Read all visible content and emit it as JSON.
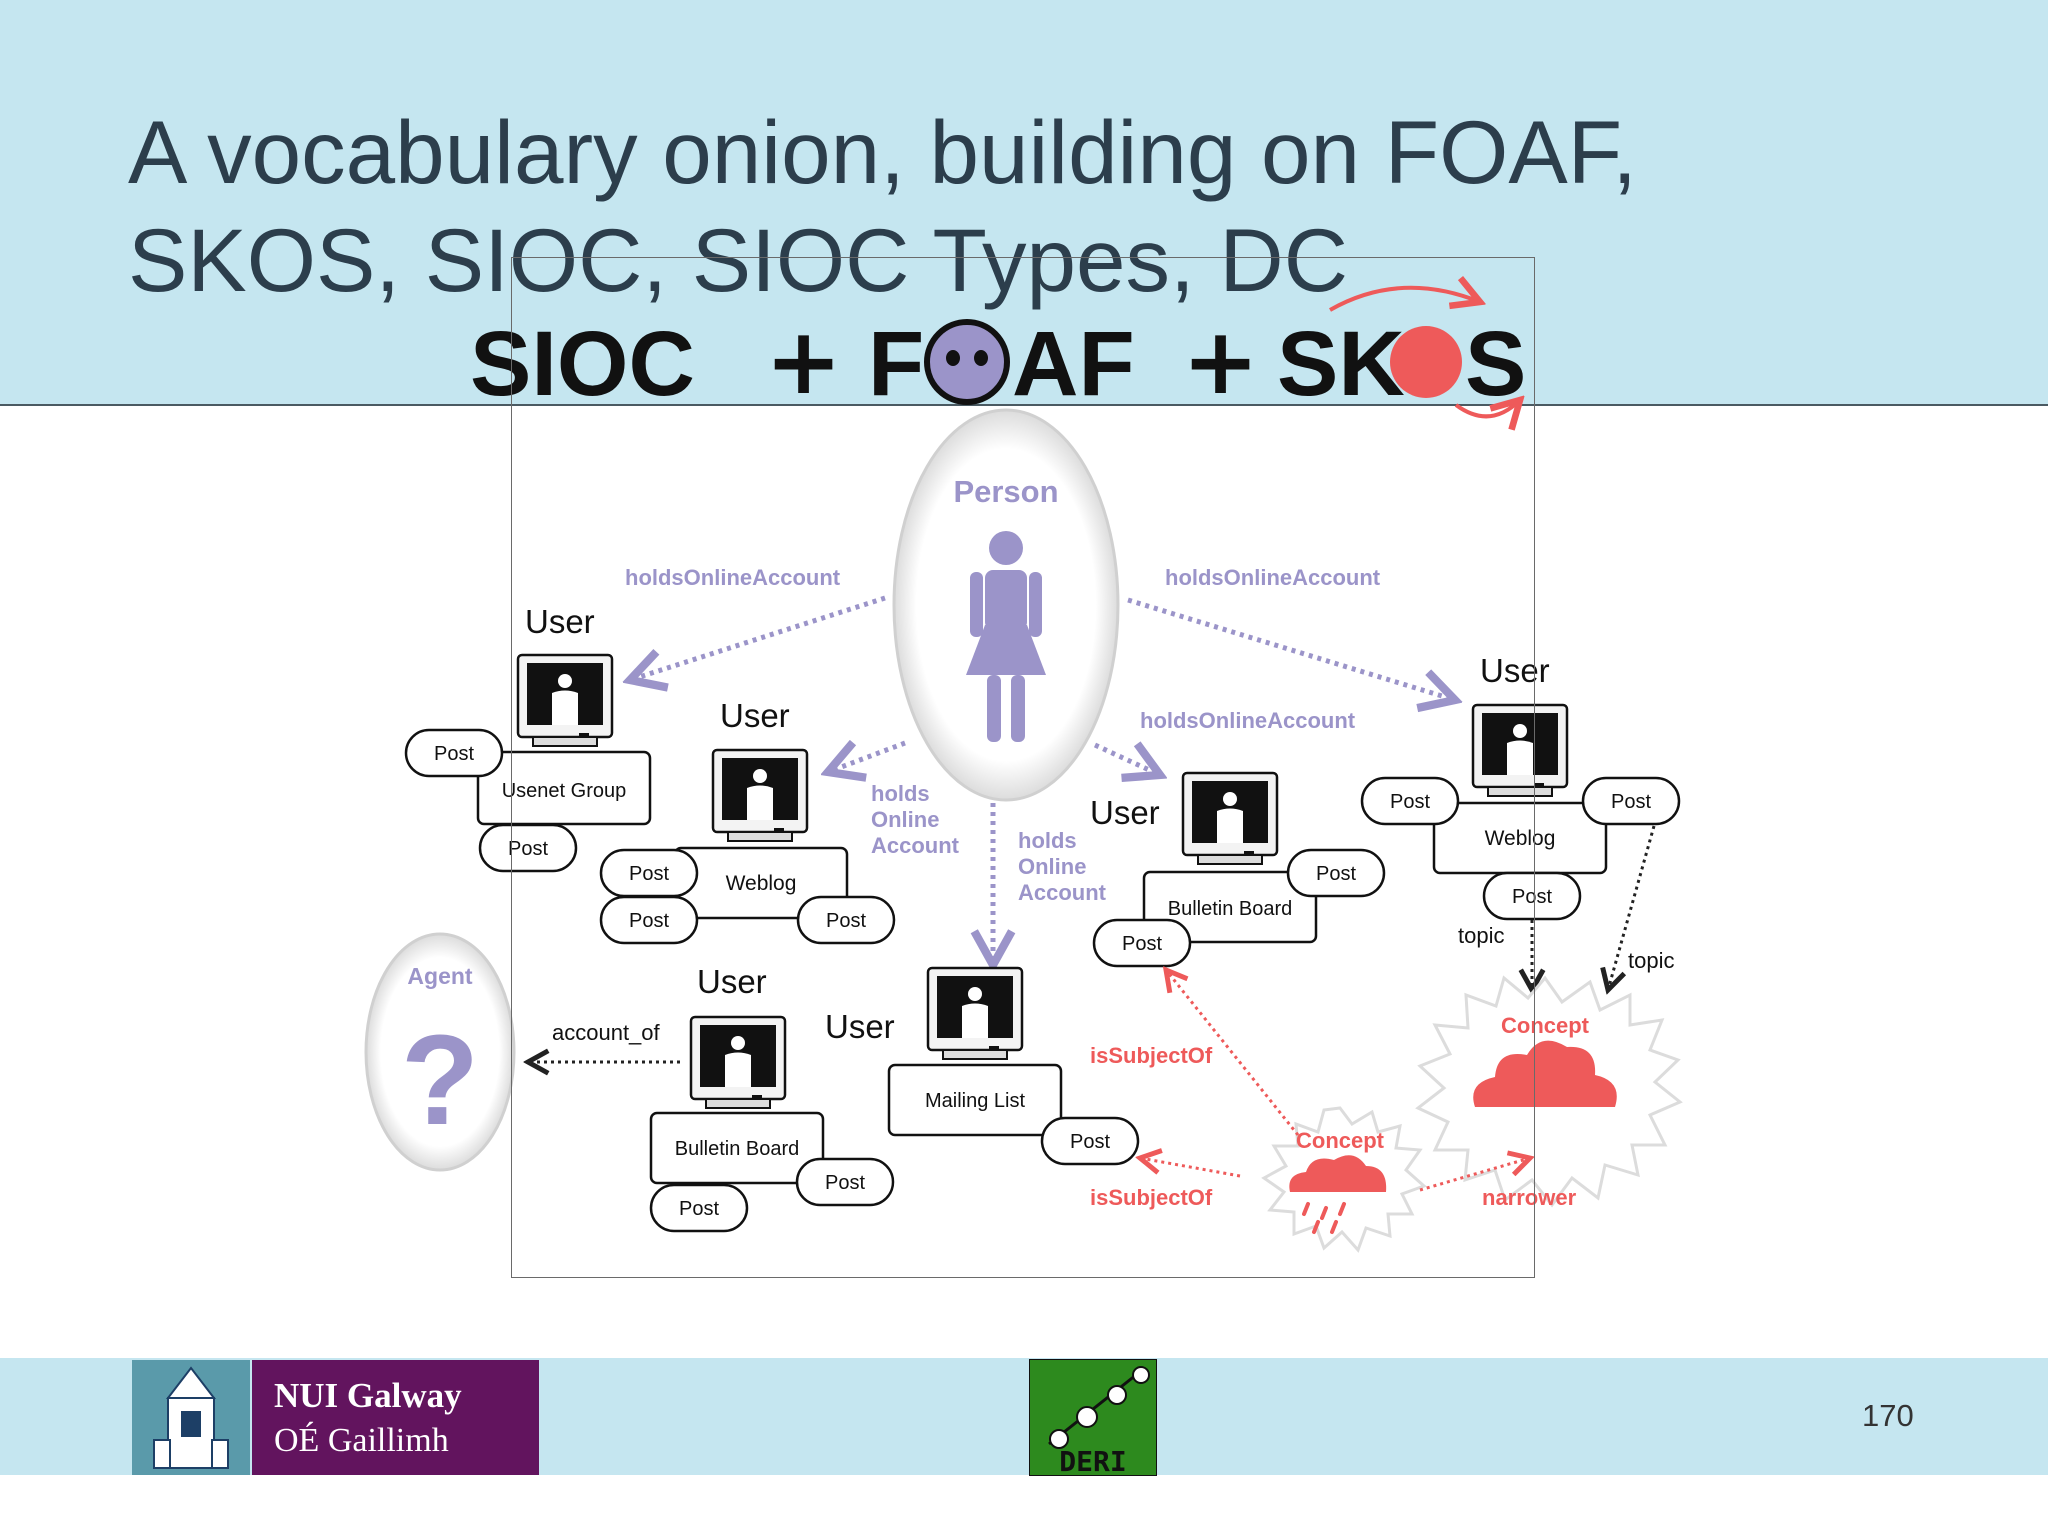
{
  "slide": {
    "title_line1": "A vocabulary onion, building on FOAF,",
    "title_line2": "SKOS, SIOC, SIOC Types, DC",
    "page_number": "170"
  },
  "banner": {
    "sioc": "SIOC",
    "plus1": "+",
    "foaf_f": "F",
    "foaf_af": "AF",
    "plus2": "+",
    "skos_sk": "SK",
    "skos_s": "S"
  },
  "diagram": {
    "person": "Person",
    "agent": "Agent",
    "agent_glyph": "?",
    "user": "User",
    "post": "Post",
    "holds_online_account": "holdsOnlineAccount",
    "holds": "holds",
    "online": "Online",
    "account": "Account",
    "usenet_group": "Usenet Group",
    "weblog": "Weblog",
    "bulletin_board": "Bulletin Board",
    "mailing_list": "Mailing List",
    "account_of": "account_of",
    "topic": "topic",
    "concept": "Concept",
    "is_subject_of": "isSubjectOf",
    "narrower": "narrower"
  },
  "logos": {
    "nui_line1": "NUI Galway",
    "nui_line2": "OÉ Gaillimh",
    "deri": "DERI"
  },
  "colors": {
    "header_bg": "#c5e6f0",
    "title_text": "#2c3e4c",
    "purple": "#9b94c9",
    "concept_red": "#ee5a5a",
    "nui_purple": "#62145e",
    "deri_green": "#2d8a1e"
  }
}
